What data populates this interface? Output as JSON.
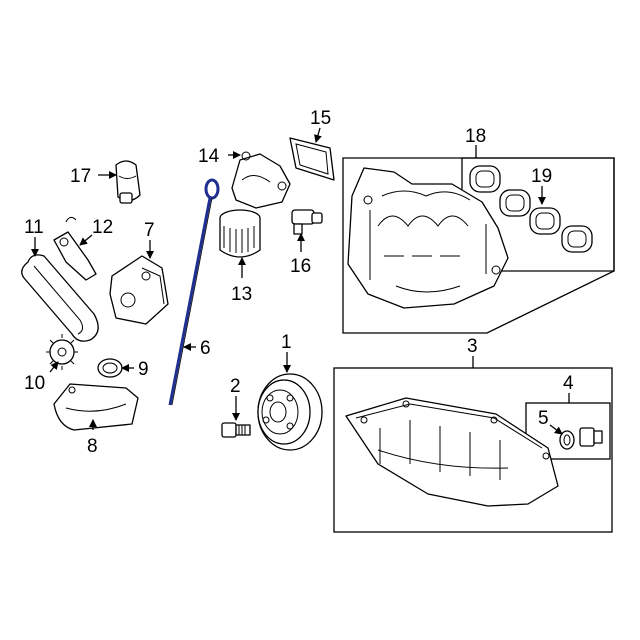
{
  "callouts": {
    "c1": "1",
    "c2": "2",
    "c3": "3",
    "c4": "4",
    "c5": "5",
    "c6": "6",
    "c7": "7",
    "c8": "8",
    "c9": "9",
    "c10": "10",
    "c11": "11",
    "c12": "12",
    "c13": "13",
    "c14": "14",
    "c15": "15",
    "c16": "16",
    "c17": "17",
    "c18": "18",
    "c19": "19"
  },
  "colors": {
    "line": "#000000",
    "background": "#ffffff",
    "highlight_part": "#1f2f8f"
  }
}
